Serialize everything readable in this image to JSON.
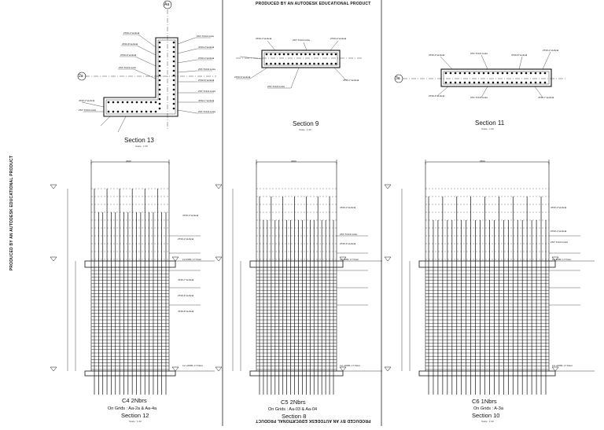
{
  "watermark": "PRODUCED BY AN AUTODESK EDUCATIONAL PRODUCT",
  "watermark_side": "PRODUCED BY AN AUTODESK EDUCATIONAL PRODUCT",
  "sections": [
    {
      "title": "Section 13",
      "scale": "Scale : 1:20",
      "grid": "Aa",
      "grid2": "2a"
    },
    {
      "title": "Section 9",
      "scale": "Scale : 1:20"
    },
    {
      "title": "Section 11",
      "scale": "Scale : 1:20",
      "grid": "3a"
    }
  ],
  "columns": [
    {
      "name": "C4 2Nbrs",
      "grids": "On Grids : Aa-2a & Aa-4a",
      "section": "Section 12",
      "scale": "Scale : 1:20",
      "width_dim": "2600",
      "level_top": "Lvl 4200- L7 Floor",
      "level_bot": "Lvl +0000- L7 Floor"
    },
    {
      "name": "C5 2Nbrs",
      "grids": "On Grids : Aa-03 & Aa-04",
      "section": "Section 8",
      "scale": "Scale : 1:20",
      "width_dim": "2400",
      "level_top": "Lvl 4200- L7 Floor",
      "level_bot": "Lvl +0000- L7 Floor"
    },
    {
      "name": "C6 1Nbrs",
      "grids": "On Grids : A-3a",
      "section": "Section 10",
      "scale": "Scale : 1:20",
      "width_dim": "3500",
      "level_top": "Lvl 4200- L7 Floor",
      "level_bot": "Lvl +0000- L7 Floor"
    }
  ],
  "bar_callouts": [
    "4T20-3 Vertical",
    "2T20-4 Vertical",
    "2T20-6 Vertical",
    "4T20-7 Vertical",
    "2ST-T10-9 Links",
    "4T20-8 Vertical"
  ]
}
